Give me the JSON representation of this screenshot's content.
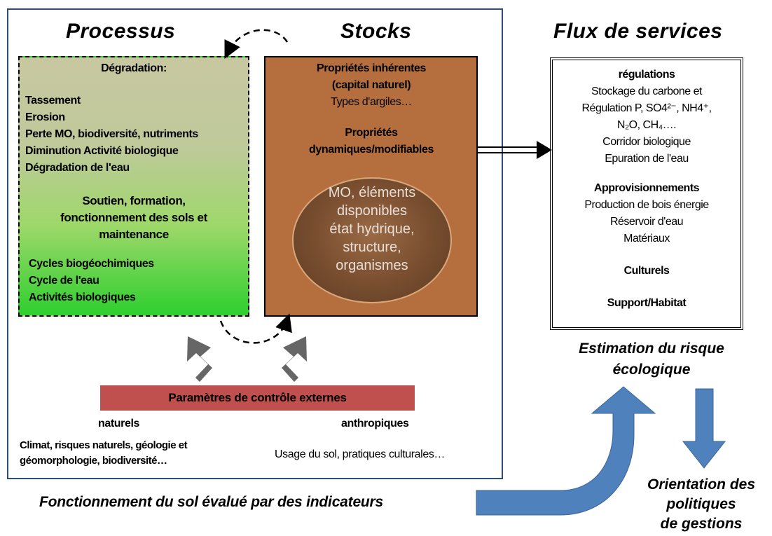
{
  "titles": {
    "processus": "Processus",
    "stocks": "Stocks",
    "flux": "Flux de services"
  },
  "processus": {
    "degradation_title": "Dégradation:",
    "degradation_items": [
      "Tassement",
      "Erosion",
      "Perte MO, biodiversité, nutriments",
      "Diminution Activité biologique",
      "Dégradation de l'eau"
    ],
    "soutien_title_lines": [
      "Soutien, formation,",
      "fonctionnement des sols et",
      "maintenance"
    ],
    "soutien_items": [
      "Cycles biogéochimiques",
      "Cycle de l'eau",
      "Activités biologiques"
    ]
  },
  "stocks": {
    "inherent_title_lines": [
      "Propriétés inhérentes",
      "(capital naturel)"
    ],
    "inherent_item": "Types d'argiles…",
    "dynamic_title_lines": [
      "Propriétés",
      "dynamiques/modifiables"
    ],
    "ellipse_lines": [
      "MO, éléments",
      "disponibles",
      "état hydrique,",
      "structure,",
      "organismes"
    ]
  },
  "flux": {
    "regulations_title": "régulations",
    "regulations_lines": [
      "Stockage du carbone et",
      "Régulation P, SO4²⁻, NH4⁺,",
      "N₂O, CH₄….",
      "Corridor biologique",
      "Epuration de l'eau"
    ],
    "approvisionnements_title": "Approvisionnements",
    "approvisionnements_lines": [
      "Production de bois énergie",
      "Réservoir d'eau",
      "Matériaux"
    ],
    "culturels": "Culturels",
    "support": "Support/Habitat"
  },
  "parametres": {
    "label": "Paramètres de contrôle externes",
    "naturels_title": "naturels",
    "naturels_lines": [
      "Climat, risques naturels, géologie et",
      "géomorphologie, biodiversité…"
    ],
    "anthropiques_title": "anthropiques",
    "anthropiques_text": "Usage du sol, pratiques culturales…"
  },
  "bottom": {
    "fonctionnement": "Fonctionnement du sol évalué par des indicateurs",
    "estimation_lines": [
      "Estimation du risque",
      "écologique"
    ],
    "orientation_lines": [
      "Orientation des",
      "politiques",
      "de gestions"
    ]
  },
  "colors": {
    "frame": "#2e4d7b",
    "stocks_fill": "#b56f3f",
    "param_bar": "#c0504d",
    "blue_arrow": "#4f81bd",
    "grey_arrow": "#666666"
  }
}
